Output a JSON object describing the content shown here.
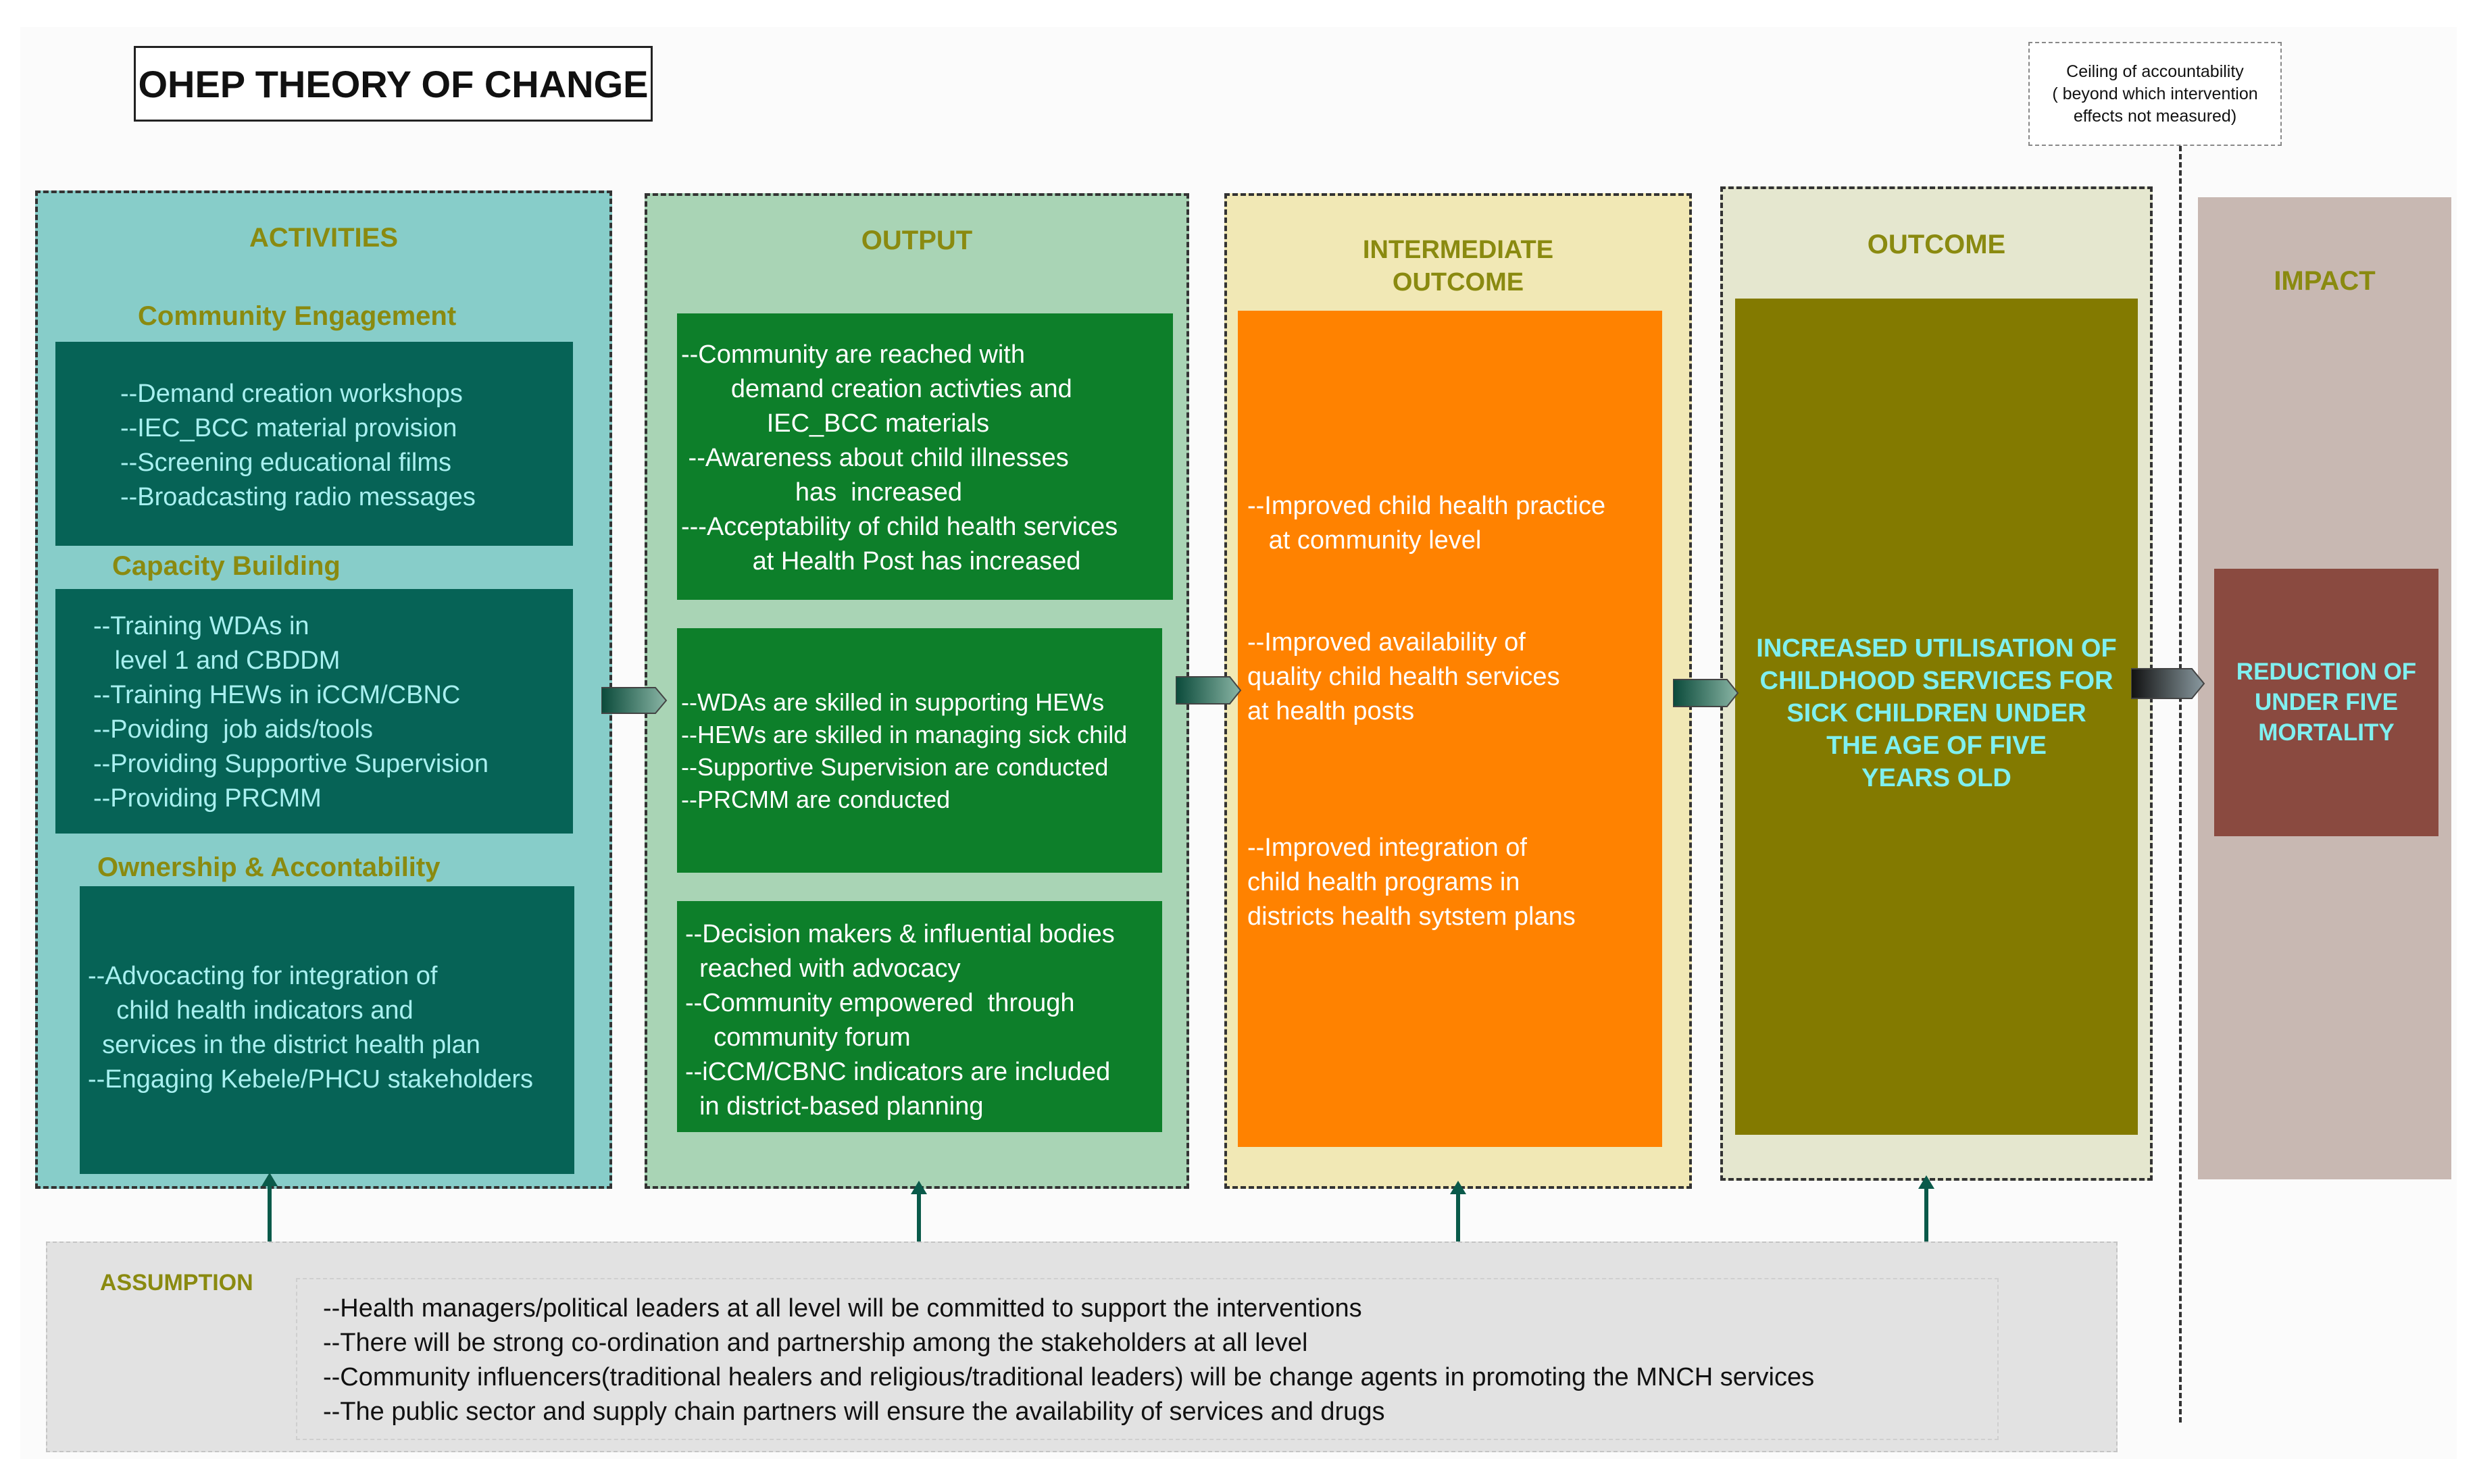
{
  "title": "OHEP THEORY OF CHANGE",
  "ceiling": {
    "line1": "Ceiling of accountability",
    "line2": "( beyond which intervention",
    "line3": "effects not measured)"
  },
  "activities": {
    "heading": "ACTIVITIES",
    "community_engagement": {
      "heading": "Community Engagement",
      "text": "--Demand creation workshops\n--IEC_BCC material provision\n--Screening educational films\n--Broadcasting radio messages"
    },
    "capacity_building": {
      "heading": "Capacity Building",
      "text": "--Training WDAs in\n   level 1 and CBDDM\n--Training HEWs in iCCM/CBNC\n--Poviding  job aids/tools\n--Providing Supportive Supervision\n--Providing PRCMM"
    },
    "ownership": {
      "heading": "Ownership & Accontability",
      "text": "--Advocacting for integration of\n    child health indicators and\n  services in the district health plan\n--Engaging Kebele/PHCU stakeholders"
    }
  },
  "output": {
    "heading": "OUTPUT",
    "box1": "--Community are reached with\n       demand creation activties and\n            IEC_BCC materials\n --Awareness about child illnesses\n                has  increased\n---Acceptability of child health services\n          at Health Post has increased",
    "box2": "--WDAs are skilled in supporting HEWs\n--HEWs are skilled in managing sick child\n--Supportive Supervision are conducted\n--PRCMM are conducted",
    "box3": "--Decision makers & influential bodies\n  reached with advocacy\n--Community empowered  through\n    community forum\n--iCCM/CBNC indicators are included\n  in district-based planning"
  },
  "intermediate": {
    "heading_line1": "INTERMEDIATE",
    "heading_line2": "OUTCOME",
    "item1": "--Improved child health practice\n   at community level",
    "item2": "--Improved availability of\nquality child health services\nat health posts",
    "item3": "--Improved integration of\nchild health programs in\ndistricts health sytstem plans"
  },
  "outcome": {
    "heading": "OUTCOME",
    "text": "INCREASED UTILISATION OF\nCHILDHOOD SERVICES FOR\nSICK CHILDREN UNDER\nTHE AGE OF FIVE\nYEARS OLD"
  },
  "impact": {
    "heading": "IMPACT",
    "text": "REDUCTION OF\nUNDER FIVE\nMORTALITY"
  },
  "assumption": {
    "label": "ASSUMPTION",
    "text": "--Health managers/political leaders at all level will be committed to support the interventions\n--There will be strong co-ordination and partnership among the stakeholders at all level\n--Community influencers(traditional healers and religious/traditional leaders) will be change agents in promoting the MNCH services\n--The public sector and supply chain partners will ensure the availability of services and drugs"
  },
  "colors": {
    "teal_box": "#066356",
    "green_box": "#0d7f2a",
    "orange_box": "#ff8200",
    "olive_box": "#837a00",
    "impact_box": "#8a4a40",
    "heading": "#8a8a10"
  }
}
